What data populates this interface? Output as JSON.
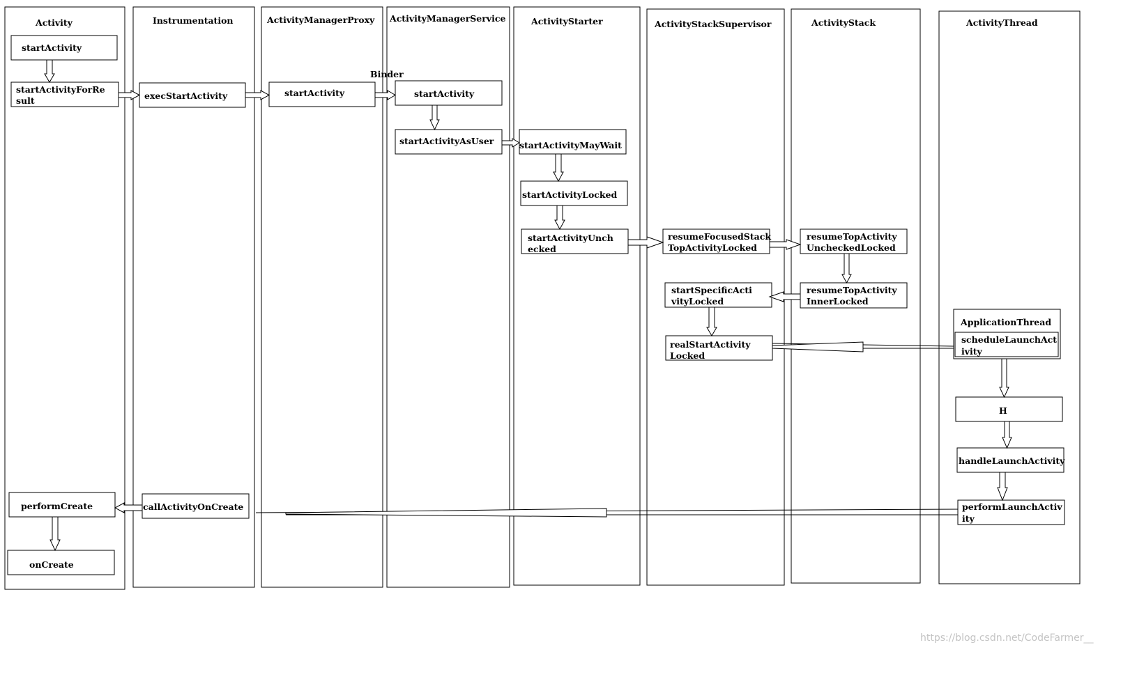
{
  "lanes": {
    "activity": "Activity",
    "instrumentation": "Instrumentation",
    "amp": "ActivityManagerProxy",
    "ams": "ActivityManagerService",
    "starter": "ActivityStarter",
    "supervisor": "ActivityStackSupervisor",
    "stack": "ActivityStack",
    "thread": "ActivityThread"
  },
  "binder_label": "Binder",
  "boxes": {
    "act_start": [
      "startActivity"
    ],
    "act_forresult": [
      "startActivityForRe",
      "sult"
    ],
    "act_performcreate": [
      "performCreate"
    ],
    "act_oncreate": [
      "onCreate"
    ],
    "ins_exec": [
      "execStartActivity"
    ],
    "ins_call": [
      "callActivityOnCreate"
    ],
    "amp_start": [
      "startActivity"
    ],
    "ams_start": [
      "startActivity"
    ],
    "ams_asuser": [
      "startActivityAsUser"
    ],
    "st_maywait": [
      "startActivityMayWait"
    ],
    "st_locked": [
      "startActivityLocked"
    ],
    "st_unchecked": [
      "startActivityUnch",
      "ecked"
    ],
    "sup_resume": [
      "resumeFocusedStack",
      "TopActivityLocked"
    ],
    "sup_specific": [
      "startSpecificActi",
      "vityLocked"
    ],
    "sup_real": [
      "realStartActivity",
      "Locked"
    ],
    "stk_resume": [
      "resumeTopActivity",
      "UncheckedLocked"
    ],
    "stk_inner": [
      "resumeTopActivity",
      "InnerLocked"
    ],
    "thr_appthread": [
      "ApplicationThread"
    ],
    "thr_schedule": [
      "scheduleLaunchAct",
      "ivity"
    ],
    "thr_h": [
      "H"
    ],
    "thr_handle": [
      "handleLaunchActivity"
    ],
    "thr_perform": [
      "performLaunchActiv",
      "ity"
    ]
  },
  "watermark": "https://blog.csdn.net/CodeFarmer__"
}
